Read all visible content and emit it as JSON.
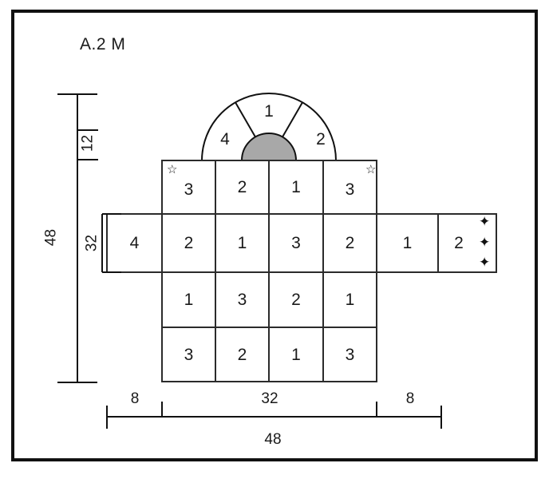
{
  "figure": {
    "title": "A.2  M",
    "frame": {
      "stroke": "#111111"
    },
    "background": "#ffffff"
  },
  "fan": {
    "note": "semicircular arc divided into three sectors above the plan, with shaded hub",
    "hub_color": "#a8a8a8",
    "sectors": [
      {
        "label": "4",
        "position": "left"
      },
      {
        "label": "1",
        "position": "center"
      },
      {
        "label": "2",
        "position": "right"
      }
    ]
  },
  "grid": {
    "rows": [
      {
        "name": "row-1",
        "cells": [
          "3",
          "2",
          "1",
          "3"
        ]
      },
      {
        "name": "row-2-wide",
        "cells": [
          "4",
          "2",
          "1",
          "3",
          "2",
          "1",
          "2"
        ]
      },
      {
        "name": "row-3",
        "cells": [
          "1",
          "3",
          "2",
          "1"
        ]
      },
      {
        "name": "row-4",
        "cells": [
          "3",
          "2",
          "1",
          "3"
        ]
      }
    ]
  },
  "markers": {
    "open_star_glyph": "☆",
    "filled_star_glyph": "✦",
    "open_stars": [
      {
        "name": "open-star-top-left",
        "cell": "row-1-cell-1"
      },
      {
        "name": "open-star-top-right",
        "cell": "row-1-cell-4"
      }
    ],
    "filled_stars_count": 3,
    "filled_stars_cell": "row-2-cell-7"
  },
  "dimensions": {
    "vertical": {
      "overall": "48",
      "segments": [
        {
          "label": "12",
          "name": "dim-vertical-12"
        },
        {
          "label": "32",
          "name": "dim-vertical-32"
        }
      ]
    },
    "horizontal": {
      "overall": "48",
      "segments": [
        {
          "label": "8",
          "name": "dim-horizontal-left-8"
        },
        {
          "label": "32",
          "name": "dim-horizontal-center-32"
        },
        {
          "label": "8",
          "name": "dim-horizontal-right-8"
        }
      ]
    }
  },
  "chart_data": {
    "type": "table",
    "title": "A.2  M",
    "description": "Architectural plan diagram: 4x4 core grid with an extended middle band and a 3-sector semicircular apse above.",
    "core_grid": [
      [
        "3",
        "2",
        "1",
        "3"
      ],
      [
        "2",
        "1",
        "3",
        "2"
      ],
      [
        "1",
        "3",
        "2",
        "1"
      ],
      [
        "3",
        "2",
        "1",
        "3"
      ]
    ],
    "wing_left": [
      "4"
    ],
    "wing_right": [
      "1",
      "2"
    ],
    "apse_sectors": [
      "4",
      "1",
      "2"
    ],
    "dimension_vertical_total": 48,
    "dimension_vertical_parts": [
      12,
      32
    ],
    "dimension_horizontal_total": 48,
    "dimension_horizontal_parts": [
      8,
      32,
      8
    ]
  }
}
